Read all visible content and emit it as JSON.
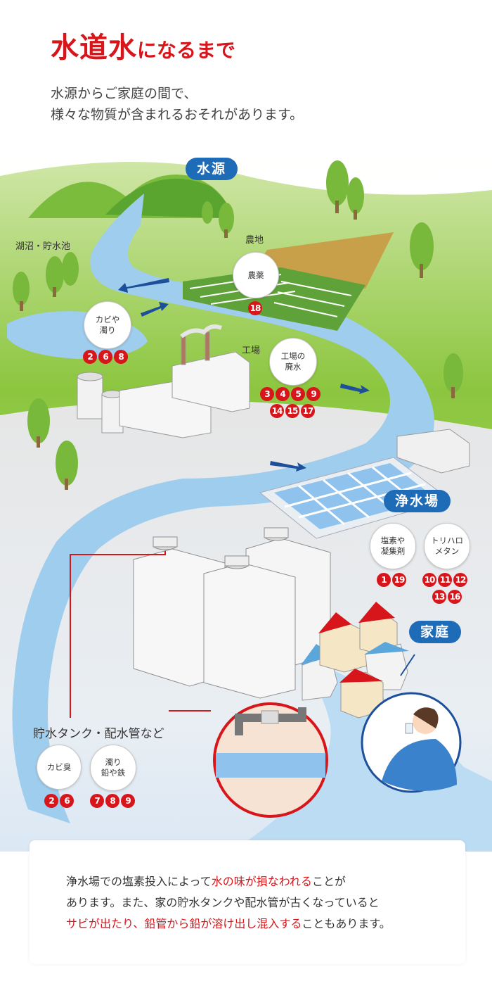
{
  "header": {
    "title_main": "水道水",
    "title_rest": "になるまで",
    "subtitle_lines": [
      "水源からご家庭の間で、",
      "様々な物質が含まれるおそれがあります。"
    ]
  },
  "areas": {
    "source": "水源",
    "water_plant": "浄水場",
    "home": "家庭"
  },
  "place_labels": {
    "lake": "湖沼・貯水池",
    "farmland": "農地",
    "factory": "工場"
  },
  "bubbles": {
    "pesticide": {
      "lines": [
        "農薬"
      ],
      "numbers": [
        "18"
      ]
    },
    "mold_lake": {
      "lines": [
        "カビや",
        "濁り"
      ],
      "numbers": [
        "2",
        "6",
        "8"
      ]
    },
    "factory_waste": {
      "lines": [
        "工場の",
        "廃水"
      ],
      "numbers": [
        "3",
        "4",
        "5",
        "9"
      ],
      "numbers_row2": [
        "14",
        "15",
        "17"
      ]
    },
    "chlorine": {
      "lines": [
        "塩素や",
        "凝集剤"
      ],
      "numbers": [
        "1",
        "19"
      ]
    },
    "trihalo": {
      "lines": [
        "トリハロ",
        "メタン"
      ],
      "numbers": [
        "10",
        "11",
        "12"
      ],
      "numbers_row2": [
        "13",
        "16"
      ]
    },
    "mold_odor": {
      "lines": [
        "カビ臭"
      ],
      "numbers": [
        "2",
        "6"
      ]
    },
    "turbid_metal": {
      "lines": [
        "濁り",
        "鉛や鉄"
      ],
      "numbers": [
        "7",
        "8",
        "9"
      ]
    }
  },
  "tank_label": "貯水タンク・配水管など",
  "note": {
    "line1": {
      "before": "浄水場での塩素投入によって",
      "red": "水の味が損なわれる",
      "after": "ことが"
    },
    "line2": "あります。また、家の貯水タンクや配水管が古くなっていると",
    "line3": {
      "red": "サビが出たり、鉛管から鉛が溶け出し混入する",
      "after": "こともあります。"
    }
  },
  "colors": {
    "accent_red": "#d7161b",
    "tag_blue": "#1e6bb8",
    "river_blue": "#9fcdee",
    "grass_green": "#8cc63f"
  }
}
